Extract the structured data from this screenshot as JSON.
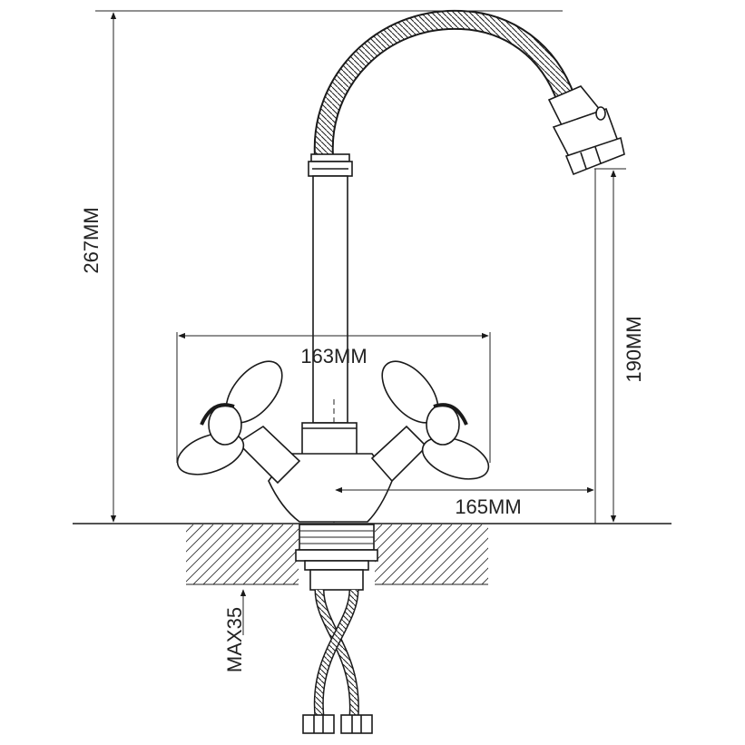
{
  "dimensions": {
    "overall_height": "267MM",
    "spout_height": "190MM",
    "handle_span": "163MM",
    "spout_reach": "165MM",
    "max_countertop": "MAX35"
  },
  "colors": {
    "stroke": "#1a1a1a",
    "text": "#222222",
    "background": "#ffffff"
  }
}
